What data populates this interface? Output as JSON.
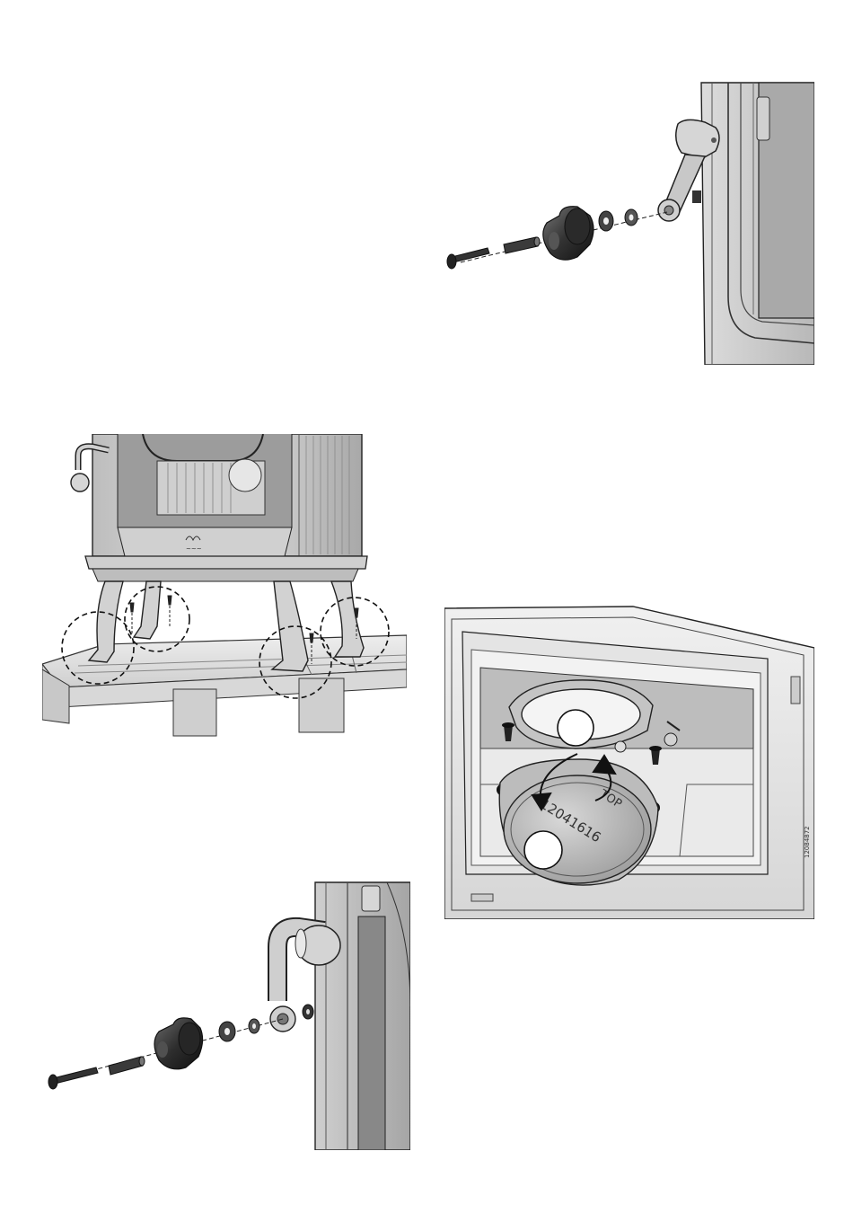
{
  "figures": {
    "top_right": {
      "icon": "handle-knob-exploded-view"
    },
    "middle_left": {
      "icon": "stove-on-pallet-with-leg-screws"
    },
    "bottom_left": {
      "icon": "handle-knob-exploded-view-alt"
    },
    "middle_right": {
      "icon": "flue-outlet-rotation",
      "plate_marking": "12041616",
      "plate_word": "TOP",
      "side_code": "12084872"
    }
  }
}
